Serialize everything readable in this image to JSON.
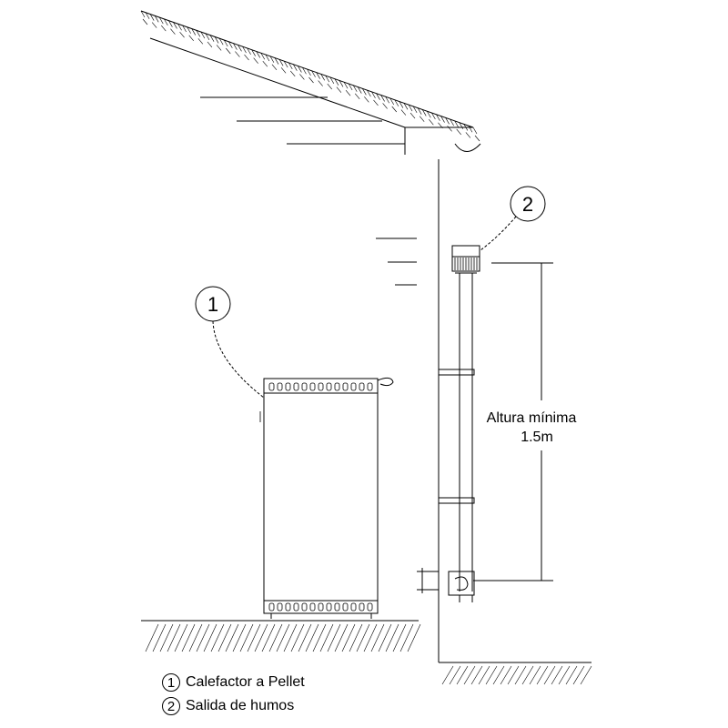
{
  "callouts": [
    {
      "number": "1"
    },
    {
      "number": "2"
    }
  ],
  "dimension": {
    "line1": "Altura mínima",
    "line2": "1.5m"
  },
  "legend": [
    {
      "number": "1",
      "label": "Calefactor a Pellet"
    },
    {
      "number": "2",
      "label": "Salida de humos"
    }
  ]
}
